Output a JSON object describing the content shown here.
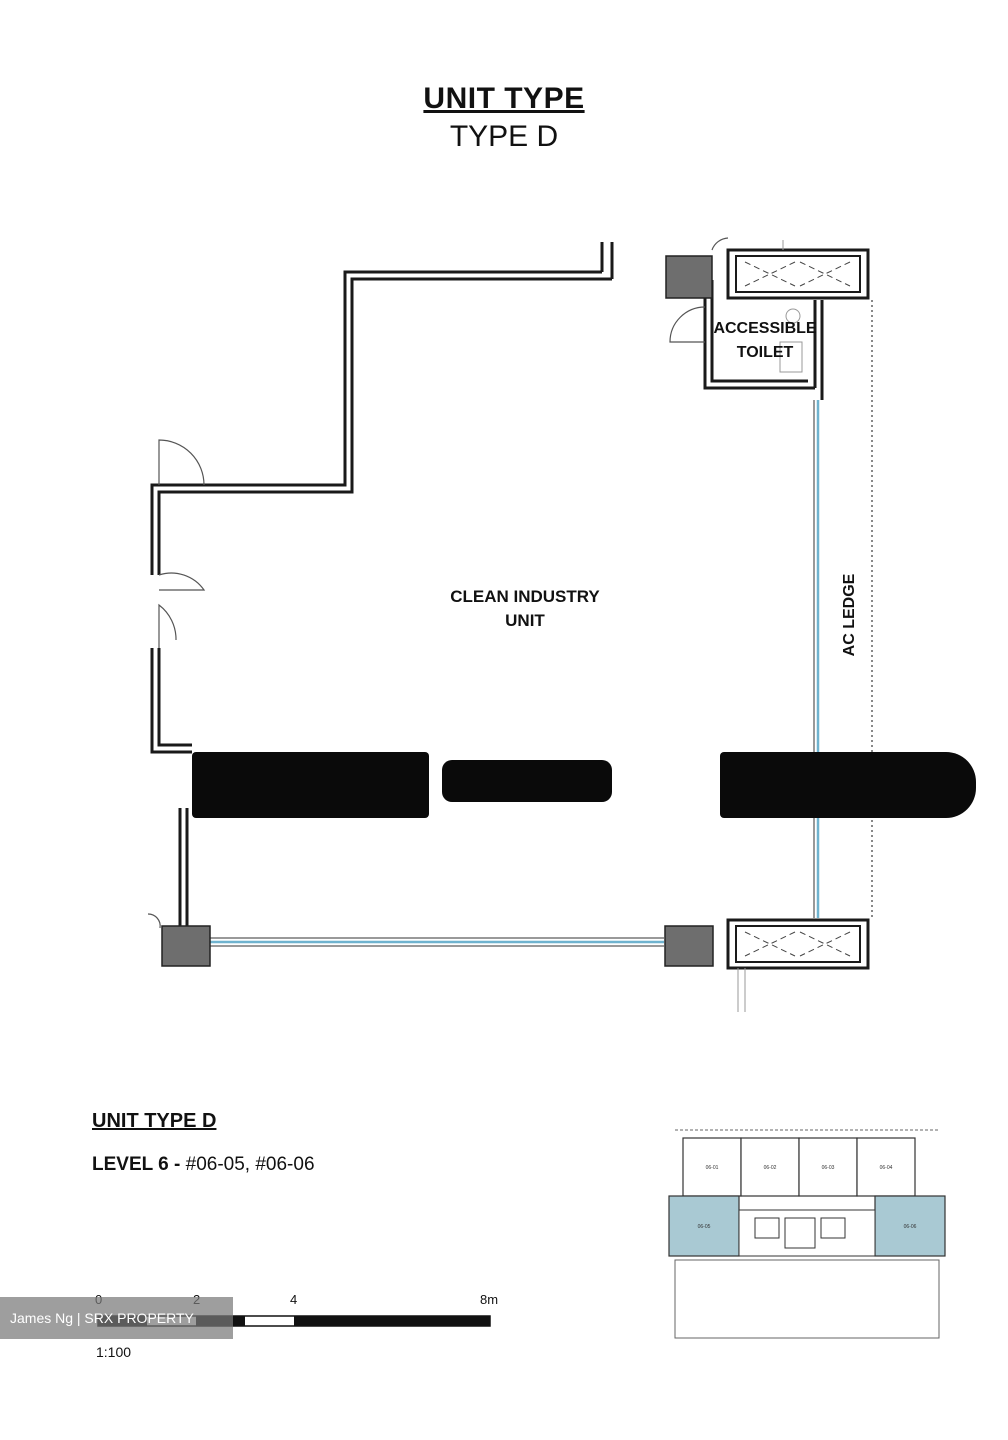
{
  "header": {
    "title": "UNIT TYPE",
    "subtitle": "TYPE D"
  },
  "plan": {
    "unit_label_line1": "CLEAN INDUSTRY",
    "unit_label_line2": "UNIT",
    "toilet_label_line1": "ACCESSIBLE",
    "toilet_label_line2": "TOILET",
    "ledge_label": "AC LEDGE",
    "colors": {
      "wall": "#1a1a1a",
      "column": "#6e6e6e",
      "glazing": "#6fb3cf",
      "unit_highlight": "#a9c9d3"
    }
  },
  "legend": {
    "title": "UNIT TYPE D",
    "level_prefix": "LEVEL 6 -",
    "units": "#06-05, #06-06"
  },
  "scale": {
    "ticks": [
      "0",
      "2",
      "4",
      "8m"
    ],
    "ratio": "1:100"
  },
  "watermark": "James Ng | SRX PROPERTY",
  "keyplan": {
    "units": [
      "06-01",
      "06-02",
      "06-03",
      "06-04",
      "06-05",
      "06-06"
    ]
  }
}
